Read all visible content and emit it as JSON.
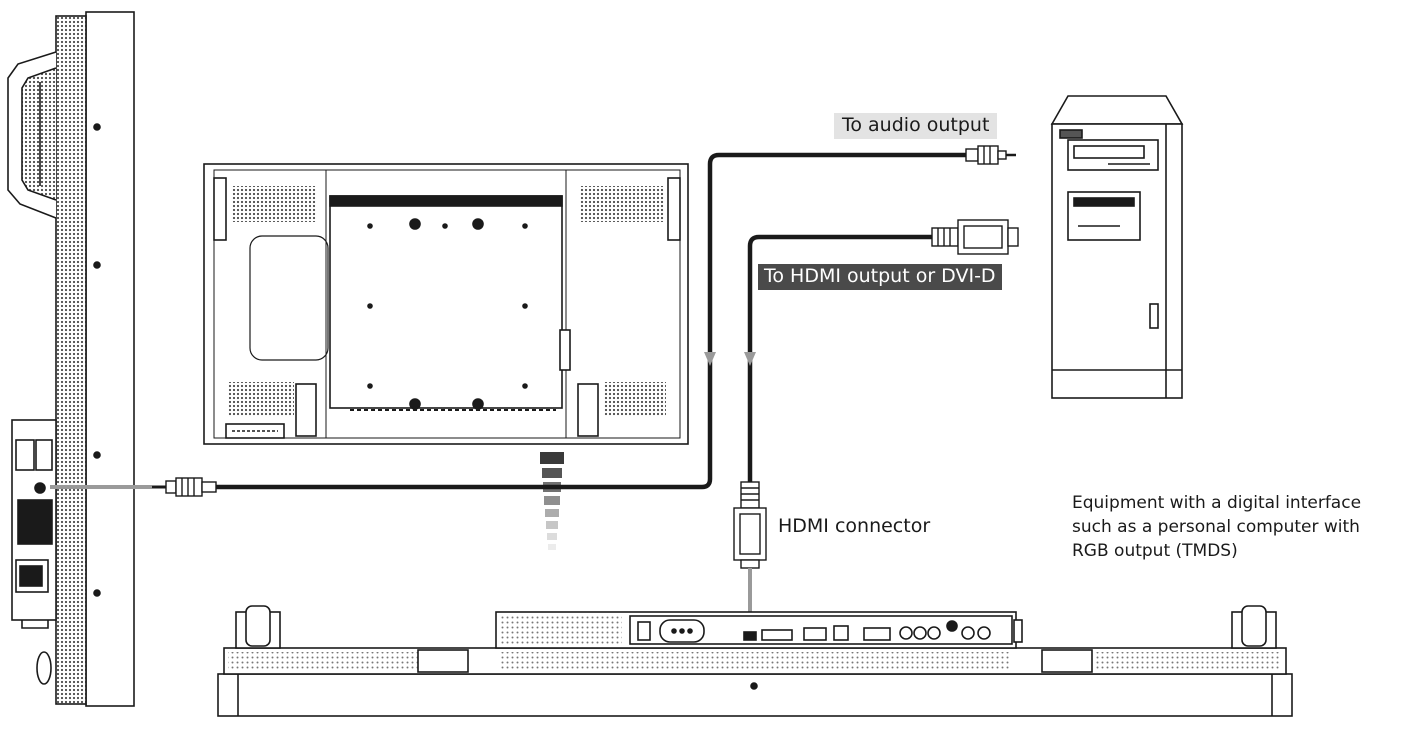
{
  "labels": {
    "audio_output": "To audio output",
    "hdmi_output": "To HDMI output or DVI-D",
    "hdmi_connector": "HDMI connector"
  },
  "equipment_description": {
    "line1": "Equipment with a digital interface",
    "line2": "such as a personal computer with",
    "line3": "RGB output (TMDS)"
  },
  "icons": {
    "side_display": "display-side-view-icon",
    "rear_display": "display-rear-view-icon",
    "bottom_display": "display-bottom-view-icon",
    "computer": "desktop-computer-tower-icon",
    "audio_plug": "audio-jack-plug-icon",
    "hdmi_plug": "hdmi-plug-icon"
  },
  "colors": {
    "line": "#1a1a1a",
    "cable_gray": "#9a9a9a",
    "label_light_bg": "#e3e3e3",
    "label_dark_bg": "#4a4a4a"
  }
}
